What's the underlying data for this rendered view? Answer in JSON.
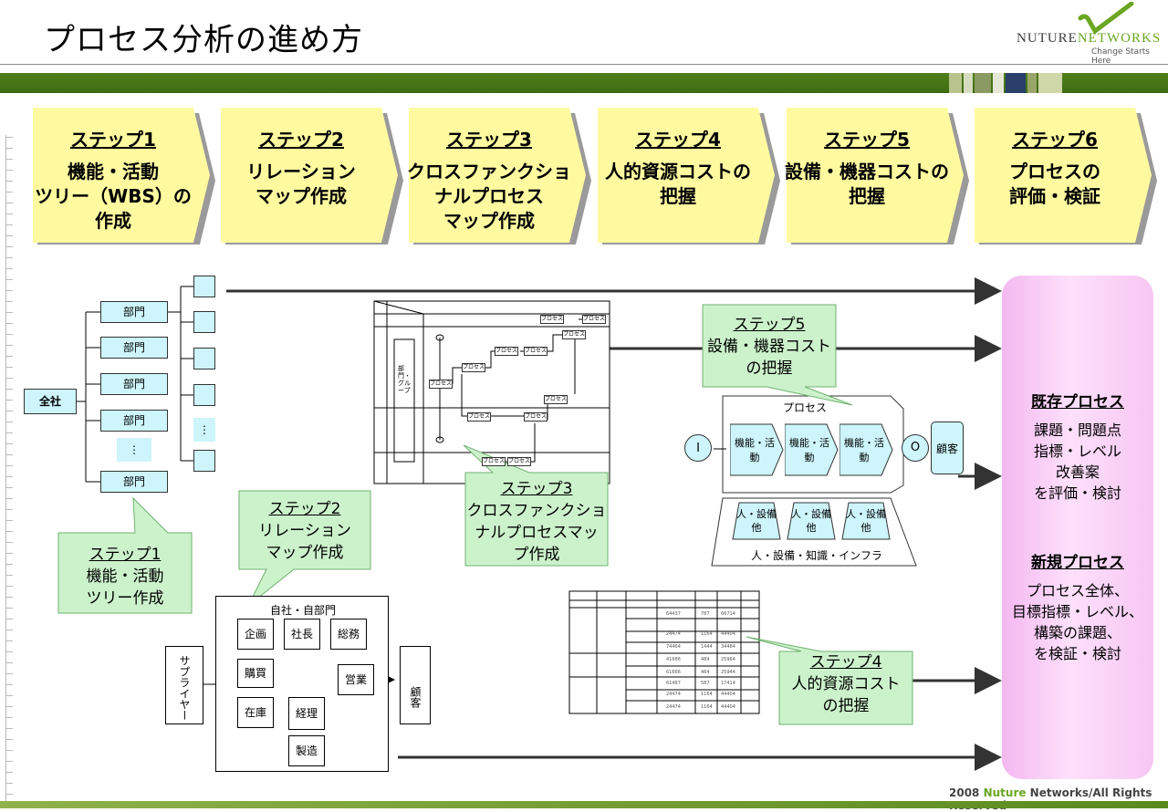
{
  "title": "プロセス分析の進め方",
  "logo": {
    "word1": "NUTURE",
    "word2": "NETWORKS",
    "tagline": "Change Starts Here"
  },
  "steps": [
    {
      "title": "ステップ1",
      "l1": "機能・活動",
      "l2": "ツリー（WBS）の",
      "l3": "作成"
    },
    {
      "title": "ステップ2",
      "l1": "リレーション",
      "l2": "マップ作成",
      "l3": ""
    },
    {
      "title": "ステップ3",
      "l1": "クロスファンクショ",
      "l2": "ナルプロセス",
      "l3": "マップ作成"
    },
    {
      "title": "ステップ4",
      "l1": "人的資源コストの",
      "l2": "把握",
      "l3": ""
    },
    {
      "title": "ステップ5",
      "l1": "設備・機器コストの",
      "l2": "把握",
      "l3": ""
    },
    {
      "title": "ステップ6",
      "l1": "プロセスの",
      "l2": "評価・検証",
      "l3": ""
    }
  ],
  "wbs": {
    "root": "全社",
    "dept": "部門",
    "ellipsis": "⋮"
  },
  "callouts": {
    "c1": {
      "title": "ステップ1",
      "l1": "機能・活動",
      "l2": "ツリー作成"
    },
    "c2": {
      "title": "ステップ2",
      "l1": "リレーション",
      "l2": "マップ作成"
    },
    "c3": {
      "title": "ステップ3",
      "l1": "クロスファンクショ",
      "l2": "ナルプロセスマッ",
      "l3": "プ作成"
    },
    "c4": {
      "title": "ステップ4",
      "l1": "人的資源コスト",
      "l2": "の把握"
    },
    "c5": {
      "title": "ステップ5",
      "l1": "設備・機器コスト",
      "l2": "の把握"
    }
  },
  "relmap": {
    "supplier": "サプライヤー",
    "group": "自社・自部門",
    "b1": "企画",
    "b2": "社長",
    "b3": "総務",
    "b4": "購買",
    "b5": "在庫",
    "b6": "経理",
    "b7": "営業",
    "b8": "製造",
    "customer": "顧客"
  },
  "cfpm": {
    "proc": "プロセス",
    "group": "部門・グループ"
  },
  "process": {
    "header": "プロセス",
    "input": "I",
    "output": "O",
    "customer": "顧客",
    "func": [
      "機能・活動",
      "機能・活動",
      "機能・活動"
    ],
    "res": "人・設備他",
    "infra": "人・設備・知識・インフラ"
  },
  "result": {
    "h1": "既存プロセス",
    "b1": [
      "課題・問題点",
      "指標・レベル",
      "改善案",
      "を評価・検討"
    ],
    "h2": "新規プロセス",
    "b2": [
      "プロセス全体、",
      "目標指標・レベル、",
      "構築の課題、",
      "を検証・検討"
    ]
  },
  "footer": {
    "year": "2008 ",
    "brand": "Nuture",
    "rest": " Networks/All Rights Reserved"
  },
  "colors": {
    "step_fill": "#fffaa0",
    "callout_fill": "#ccf2cc",
    "box_fill": "#cdf5fb",
    "result_fill": "#f8c9f5",
    "bar_green": "#4f7f1a"
  }
}
